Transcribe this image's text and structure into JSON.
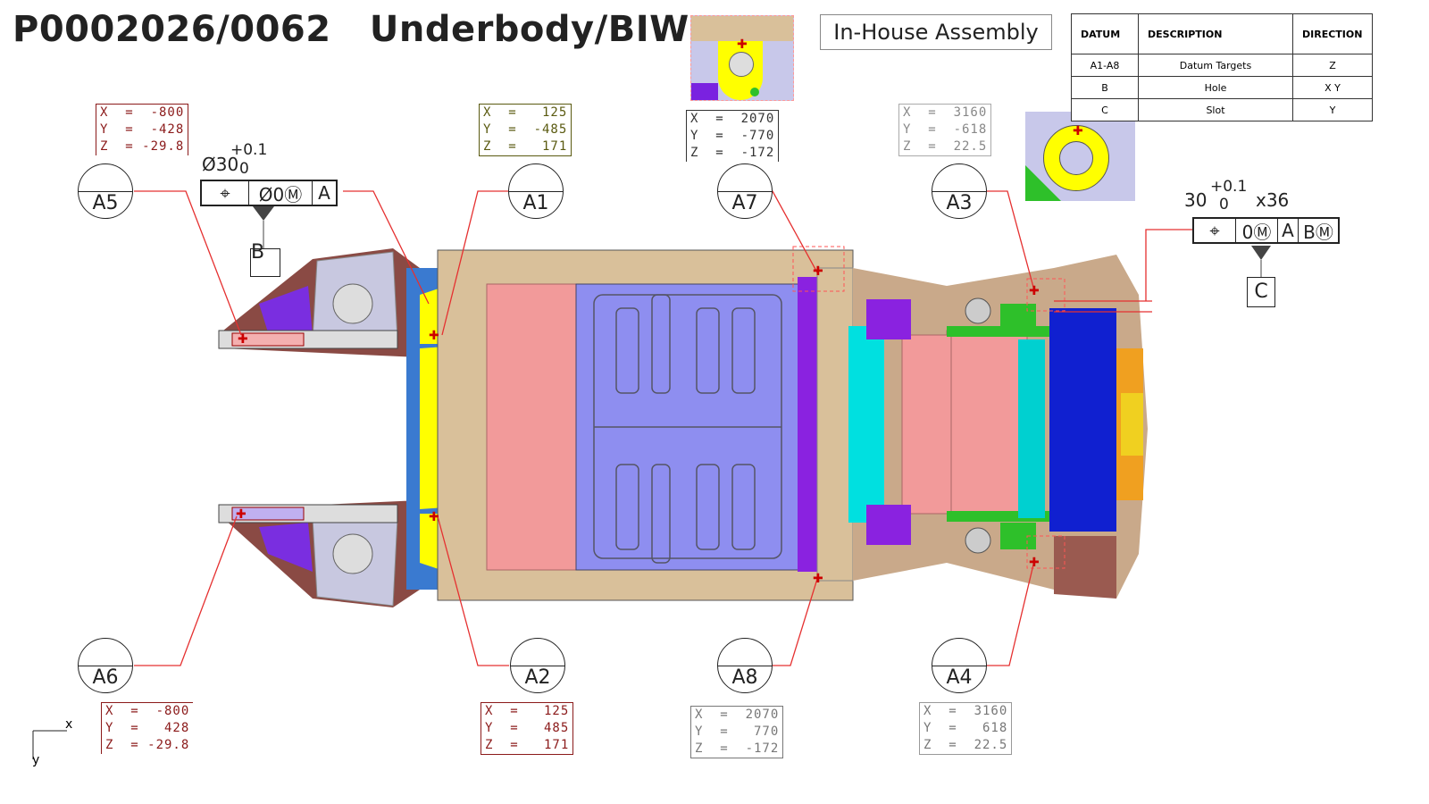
{
  "header": {
    "title": "P0002026/0062   Underbody/BIW",
    "assembly": "In-House Assembly"
  },
  "datum_table": {
    "headers": [
      "DATUM",
      "DESCRIPTION",
      "DIRECTION"
    ],
    "rows": [
      [
        "A1-A8",
        "Datum Targets",
        "Z"
      ],
      [
        "B",
        "Hole",
        "X Y"
      ],
      [
        "C",
        "Slot",
        "Y"
      ]
    ]
  },
  "targets": {
    "A1": {
      "label": "A1",
      "x": "X  =   125",
      "y": "Y  =  -485",
      "z": "Z  =   171"
    },
    "A2": {
      "label": "A2",
      "x": "X  =   125",
      "y": "Y  =   485",
      "z": "Z  =   171"
    },
    "A3": {
      "label": "A3",
      "x": "X  =  3160",
      "y": "Y  =  -618",
      "z": "Z  =  22.5"
    },
    "A4": {
      "label": "A4",
      "x": "X  =  3160",
      "y": "Y  =   618",
      "z": "Z  =  22.5"
    },
    "A5": {
      "label": "A5",
      "x": "X  =  -800",
      "y": "Y  =  -428",
      "z": "Z  = -29.8"
    },
    "A6": {
      "label": "A6",
      "x": "X  =  -800",
      "y": "Y  =   428",
      "z": "Z  = -29.8"
    },
    "A7": {
      "label": "A7",
      "x": "X  =  2070",
      "y": "Y  =  -770",
      "z": "Z  =  -172"
    },
    "A8": {
      "label": "A8",
      "x": "X  =  2070",
      "y": "Y  =   770",
      "z": "Z  =  -172"
    }
  },
  "gdt_b": {
    "size": "Ø30",
    "upper": "+0.1",
    "lower": "0",
    "symbol": "⌖",
    "tolerance": "Ø0Ⓜ",
    "datum_ref": "A",
    "datum_label": "B"
  },
  "gdt_c": {
    "size": "30",
    "upper": "+0.1",
    "lower": "0",
    "count": "x36",
    "symbol": "⌖",
    "tolerance": "0Ⓜ",
    "datum_ref_1": "A",
    "datum_ref_2": "BⓂ",
    "datum_label": "C"
  },
  "axes": {
    "x": "x",
    "y": "y"
  },
  "colors": {
    "leader": "#e53030",
    "coord_red": "#8b1a1a",
    "coord_olive": "#5a5a10"
  }
}
